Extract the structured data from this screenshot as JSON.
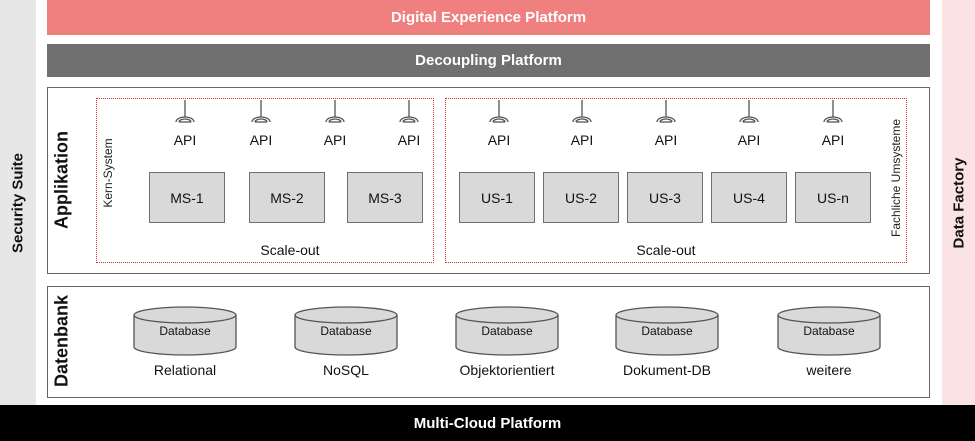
{
  "sidebars": {
    "left_label": "Security Suite",
    "right_label": "Data Factory"
  },
  "layers": {
    "dxp": "Digital Experience Platform",
    "decoupling": "Decoupling Platform",
    "cloud": "Multi-Cloud Platform"
  },
  "application": {
    "row_label": "Applikation",
    "kern": {
      "group_label": "Kern-System",
      "scale_label": "Scale-out",
      "api_label": "API",
      "services": [
        "MS-1",
        "MS-2",
        "MS-3"
      ]
    },
    "fach": {
      "group_label": "Fachliche Umsysteme",
      "scale_label": "Scale-out",
      "api_label": "API",
      "services": [
        "US-1",
        "US-2",
        "US-3",
        "US-4",
        "US-n"
      ]
    }
  },
  "database": {
    "row_label": "Datenbank",
    "items": [
      {
        "cylinder_label": "Database",
        "caption": "Relational"
      },
      {
        "cylinder_label": "Database",
        "caption": "NoSQL"
      },
      {
        "cylinder_label": "Database",
        "caption": "Objektorientiert"
      },
      {
        "cylinder_label": "Database",
        "caption": "Dokument-DB"
      },
      {
        "cylinder_label": "Database",
        "caption": "weitere"
      }
    ]
  },
  "colors": {
    "dxp_bar": "#f08080",
    "decoupling_bar": "#707070",
    "cloud_bar": "#000000",
    "group_border": "#d32f2f",
    "service_fill": "#d9d9d9",
    "database_fill": "#d9d9d9"
  }
}
